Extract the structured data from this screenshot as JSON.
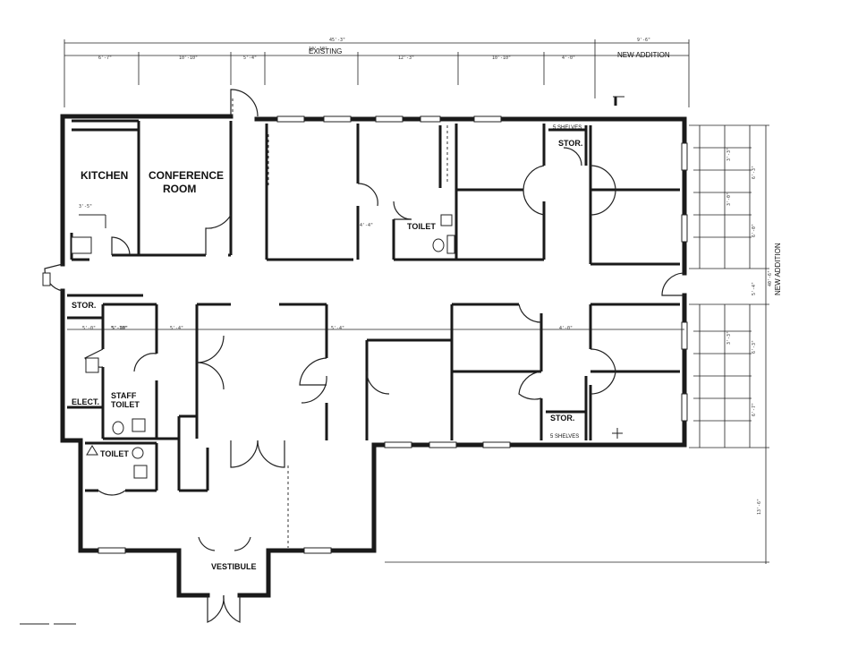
{
  "header": {
    "existing": "EXISTING",
    "new_addition_top": "NEW ADDITION",
    "new_addition_side": "NEW ADDITION"
  },
  "rooms": {
    "kitchen": "KITCHEN",
    "conference_1": "CONFERENCE",
    "conference_2": "ROOM",
    "toilet_center": "TOILET",
    "stor_nw": "STOR.",
    "stor_ne": "STOR.",
    "stor_se": "STOR.",
    "elect": "ELECT.",
    "staff_toilet_1": "STAFF",
    "staff_toilet_2": "TOILET",
    "toilet_sw": "TOILET",
    "vestibule": "VESTIBULE",
    "shelves_ne": "5 SHELVES",
    "shelves_se": "5 SHELVES"
  },
  "colors": {
    "line": "#1a1a1a",
    "paper": "#ffffff"
  }
}
